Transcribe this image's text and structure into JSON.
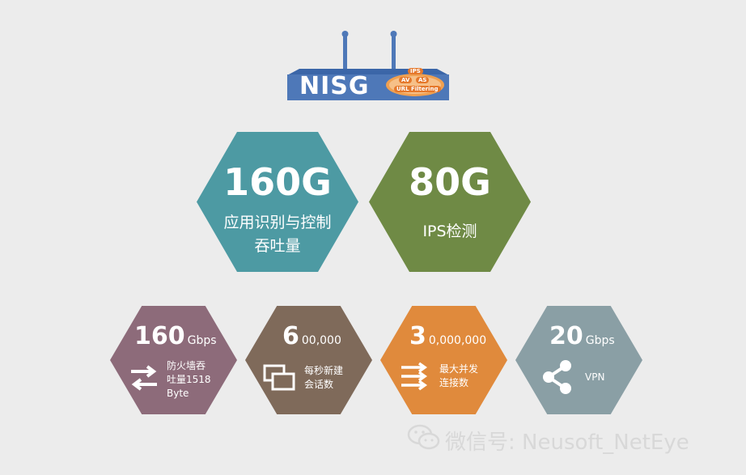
{
  "device": {
    "name": "NISG",
    "badges": [
      "IPS",
      "AV",
      "AS",
      "URL Filtering"
    ]
  },
  "large_hexes": [
    {
      "value": "160G",
      "caption": "应用识别与控制\n吞吐量",
      "color": "#4d9aa3"
    },
    {
      "value": "80G",
      "caption": "IPS检测",
      "color": "#6f8a45"
    }
  ],
  "small_hexes": [
    {
      "value": "160",
      "unit": "Gbps",
      "caption": "防火墙吞\n吐量1518\nByte",
      "icon": "transfer-arrows-icon",
      "color": "#8d6b7a"
    },
    {
      "value": "6",
      "unit": "00,000",
      "caption": "每秒新建\n会话数",
      "icon": "windows-icon",
      "color": "#7f6a5a"
    },
    {
      "value": "3",
      "unit": "0,000,000",
      "caption": "最大并发\n连接数",
      "icon": "multi-arrows-icon",
      "color": "#e08a3c"
    },
    {
      "value": "20",
      "unit": "Gbps",
      "caption": "VPN",
      "icon": "share-icon",
      "color": "#8a9fa5"
    }
  ],
  "watermark": {
    "text": "微信号: Neusoft_NetEye",
    "icon": "wechat-icon"
  }
}
